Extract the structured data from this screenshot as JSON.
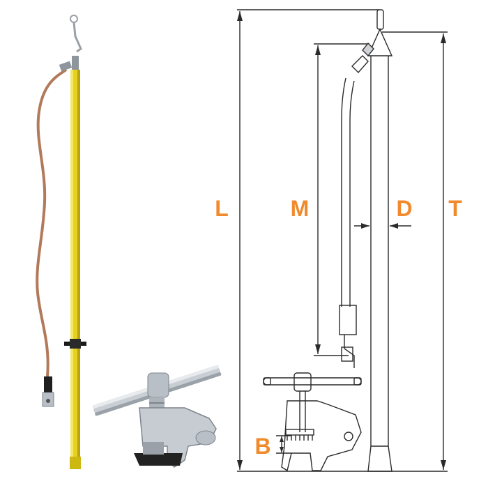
{
  "labels": {
    "L": "L",
    "M": "M",
    "D": "D",
    "T": "T",
    "B": "B"
  },
  "colors": {
    "label": "#f08a2c",
    "line": "#2a2a2a",
    "pole_yellow": "#e6d21e",
    "pole_shadow": "#b7a40f",
    "cable": "#b27a5a",
    "metal": "#b9bfc6",
    "metal_dark": "#7d848b"
  },
  "icons": {
    "product_photo": "grounding-stick-icon",
    "clamp_photo": "clamp-icon"
  }
}
